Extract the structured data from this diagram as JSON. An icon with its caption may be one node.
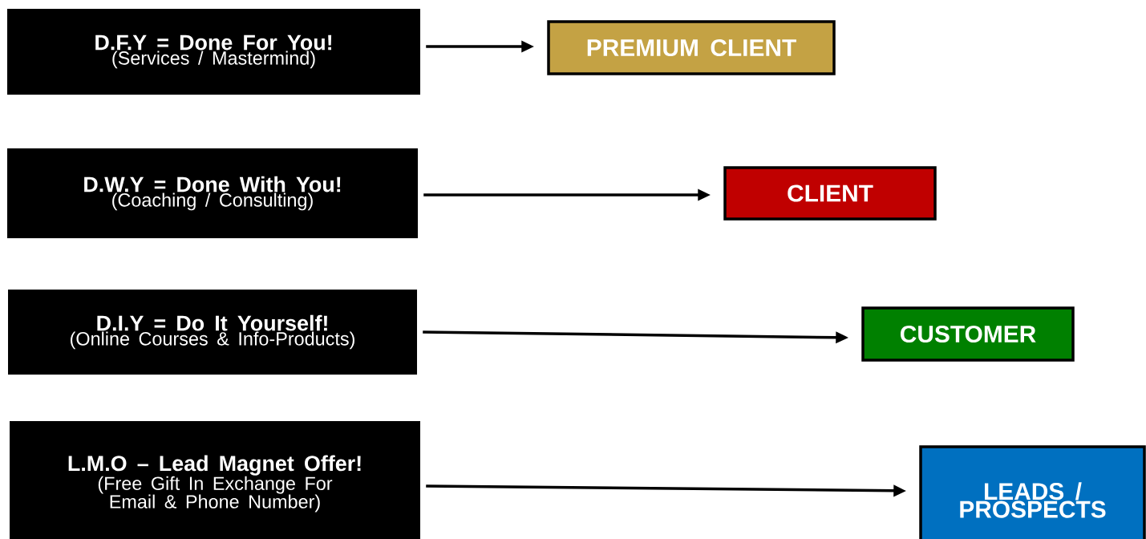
{
  "diagram": {
    "nodes": [
      {
        "text": [
          "D.F.Y = Done For You!",
          "(Services / Mastermind)"
        ]
      },
      {
        "text": [
          "PREMIUM CLIENT"
        ]
      },
      {
        "text": [
          "D.W.Y = Done With You!",
          "(Coaching / Consulting)"
        ]
      },
      {
        "text": [
          "CLIENT"
        ]
      },
      {
        "text": [
          "D.I.Y = Do It Yourself!",
          "(Online Courses & Info-Products)"
        ]
      },
      {
        "text": [
          "CUSTOMER"
        ]
      },
      {
        "text": [
          "L.M.O – Lead Magnet Offer!",
          "(Free Gift In Exchange For Email & Phone Number)"
        ]
      },
      {
        "text": [
          "LEADS / PROSPECTS"
        ]
      }
    ],
    "edges": [
      {
        "from": 0,
        "to": 1,
        "arrow": "to"
      },
      {
        "from": 2,
        "to": 3,
        "arrow": "to"
      },
      {
        "from": 4,
        "to": 5,
        "arrow": "to"
      },
      {
        "from": 6,
        "to": 7,
        "arrow": "to"
      }
    ]
  }
}
